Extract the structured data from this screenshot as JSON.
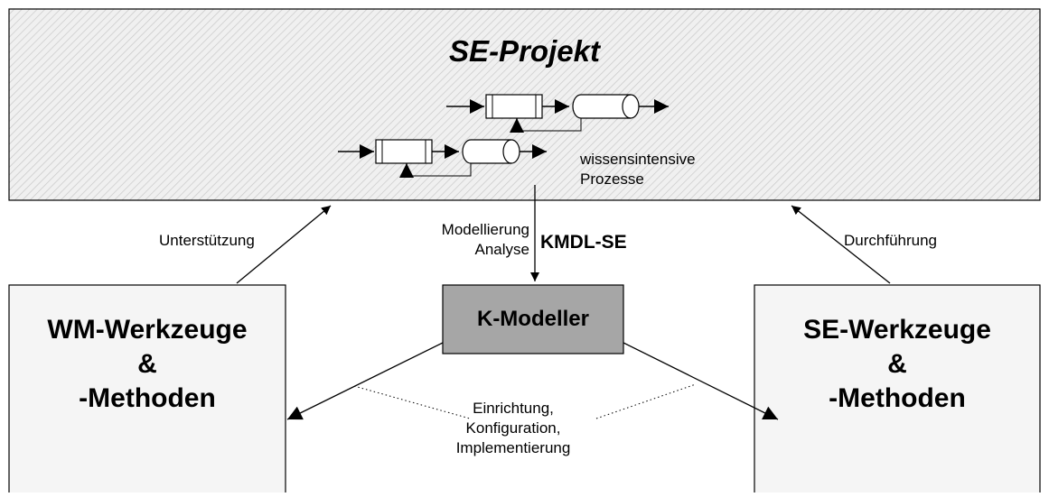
{
  "diagram": {
    "project_title": "SE-Projekt",
    "process_label_line1": "wissensintensive",
    "process_label_line2": "Prozesse",
    "left_arrow_label": "Unterstützung",
    "center_label_line1": "Modellierung",
    "center_label_line2": "Analyse",
    "center_label_bold": "KMDL-SE",
    "right_arrow_label": "Durchführung",
    "k_modeller": "K-Modeller",
    "wm_box": {
      "line1": "WM-Werkzeuge",
      "line2": "&",
      "line3": "-Methoden"
    },
    "se_box": {
      "line1": "SE-Werkzeuge",
      "line2": "&",
      "line3": "-Methoden"
    },
    "bottom_label_line1": "Einrichtung,",
    "bottom_label_line2": "Konfiguration,",
    "bottom_label_line3": "Implementierung"
  },
  "colors": {
    "hatch_bg": "#f0f0f0",
    "hatch_line": "#c8c8c8",
    "k_modeller_fill": "#a6a6a6"
  }
}
